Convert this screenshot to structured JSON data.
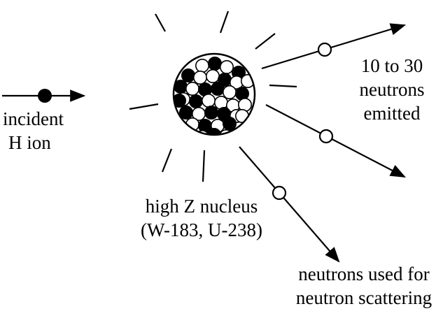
{
  "labels": {
    "incident_line1": "incident",
    "incident_line2": "H ion",
    "emitted_line1": "10 to 30",
    "emitted_line2": "neutrons",
    "emitted_line3": "emitted",
    "nucleus_line1": "high Z nucleus",
    "nucleus_line2": "(W-183, U-238)",
    "used_line1": "neutrons used for",
    "used_line2": "neutron scattering"
  },
  "colors": {
    "ink": "#000000",
    "background": "#ffffff",
    "neutron_fill": "#ffffff",
    "proton_fill": "#000000"
  },
  "icons": {
    "incident_particle": "filled-circle",
    "emitted_particle": "hollow-circle",
    "arrowhead": "filled-triangle"
  }
}
